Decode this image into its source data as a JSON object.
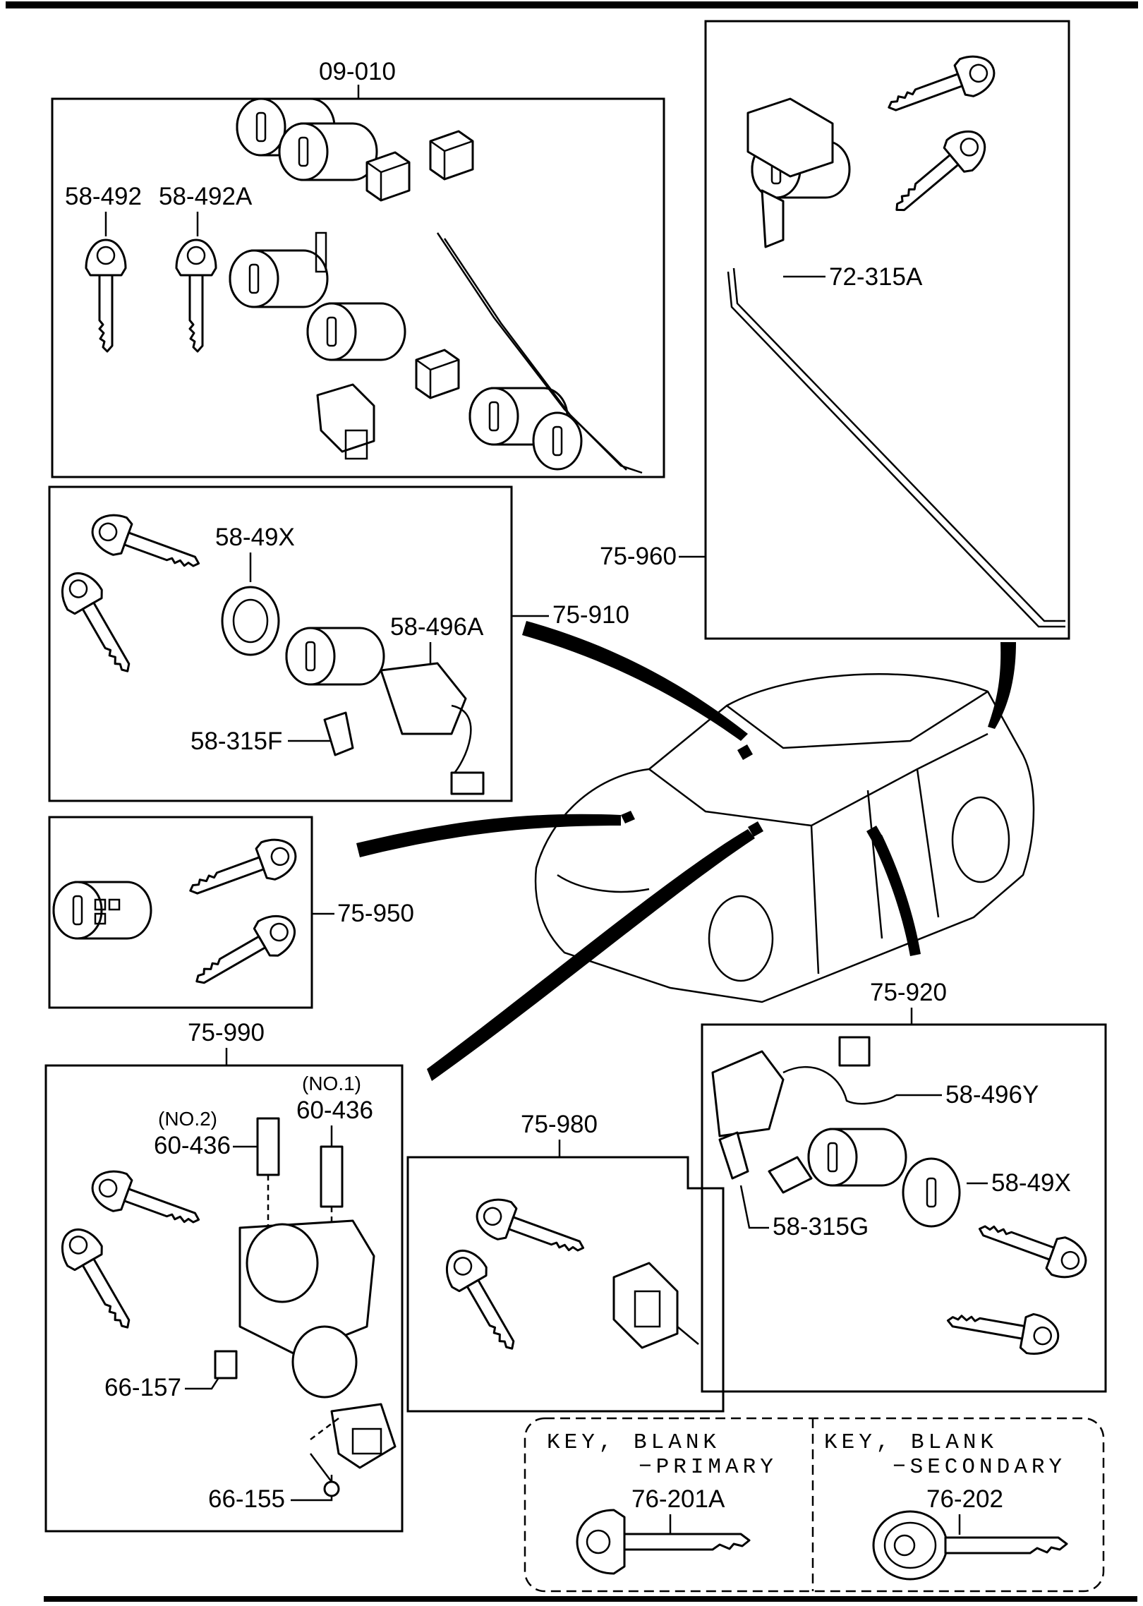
{
  "groups": {
    "g09010": {
      "code": "09-010",
      "parts": {
        "a": "58-492",
        "b": "58-492A"
      }
    },
    "g75960": {
      "code": "75-960",
      "parts": {
        "a": "72-315A"
      }
    },
    "g75910": {
      "code": "75-910",
      "parts": {
        "a": "58-49X",
        "b": "58-496A",
        "c": "58-315F"
      }
    },
    "g75950": {
      "code": "75-950"
    },
    "g75920": {
      "code": "75-920",
      "parts": {
        "a": "58-496Y",
        "b": "58-49X",
        "c": "58-315G"
      }
    },
    "g75990": {
      "code": "75-990",
      "parts": {
        "no1": "(NO.1)",
        "p1": "60-436",
        "no2": "(NO.2)",
        "p2": "60-436",
        "c": "66-157",
        "d": "66-155"
      }
    },
    "g75980": {
      "code": "75-980"
    }
  },
  "blanks": {
    "primary": {
      "line1": "KEY, BLANK",
      "line2": "−PRIMARY",
      "part": "76-201A"
    },
    "secondary": {
      "line1": "KEY, BLANK",
      "line2": "−SECONDARY",
      "part": "76-202"
    }
  }
}
